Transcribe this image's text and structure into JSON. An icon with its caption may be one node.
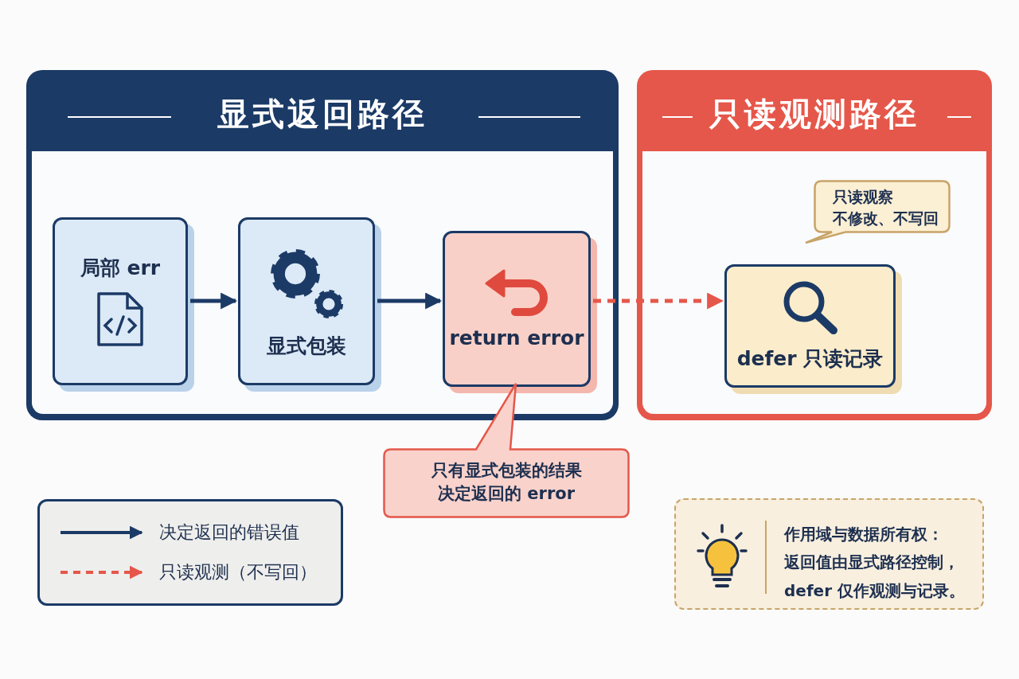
{
  "diagram": {
    "nodes": [
      {
        "text": [
          "显式返回路径"
        ]
      },
      {
        "text": [
          "只读观测路径"
        ]
      },
      {
        "text": [
          "局部 err"
        ],
        "in": 0
      },
      {
        "text": [
          "显式包装"
        ],
        "in": 0
      },
      {
        "text": [
          "return error"
        ],
        "in": 0
      },
      {
        "text": [
          "只读观察",
          "不修改、不写回"
        ],
        "in": 1
      },
      {
        "text": [
          "defer 只读记录"
        ],
        "in": 1
      },
      {
        "text": [
          "只有显式包装的结果决定返回的 error"
        ]
      },
      {
        "text": [
          "作用域与数据所有权：",
          "返回值由显式路径控制，defer 仅作观测与记录。"
        ]
      }
    ],
    "edges": [
      {
        "from": 2,
        "to": 3,
        "arrow": "to"
      },
      {
        "from": 3,
        "to": 4,
        "arrow": "to"
      },
      {
        "from": 4,
        "to": 6,
        "arrow": "to",
        "style": "dashed",
        "color": "#e5574a"
      }
    ],
    "legend": [
      {
        "text": "决定返回的错误值"
      },
      {
        "text": "只读观测（不写回）"
      }
    ]
  }
}
